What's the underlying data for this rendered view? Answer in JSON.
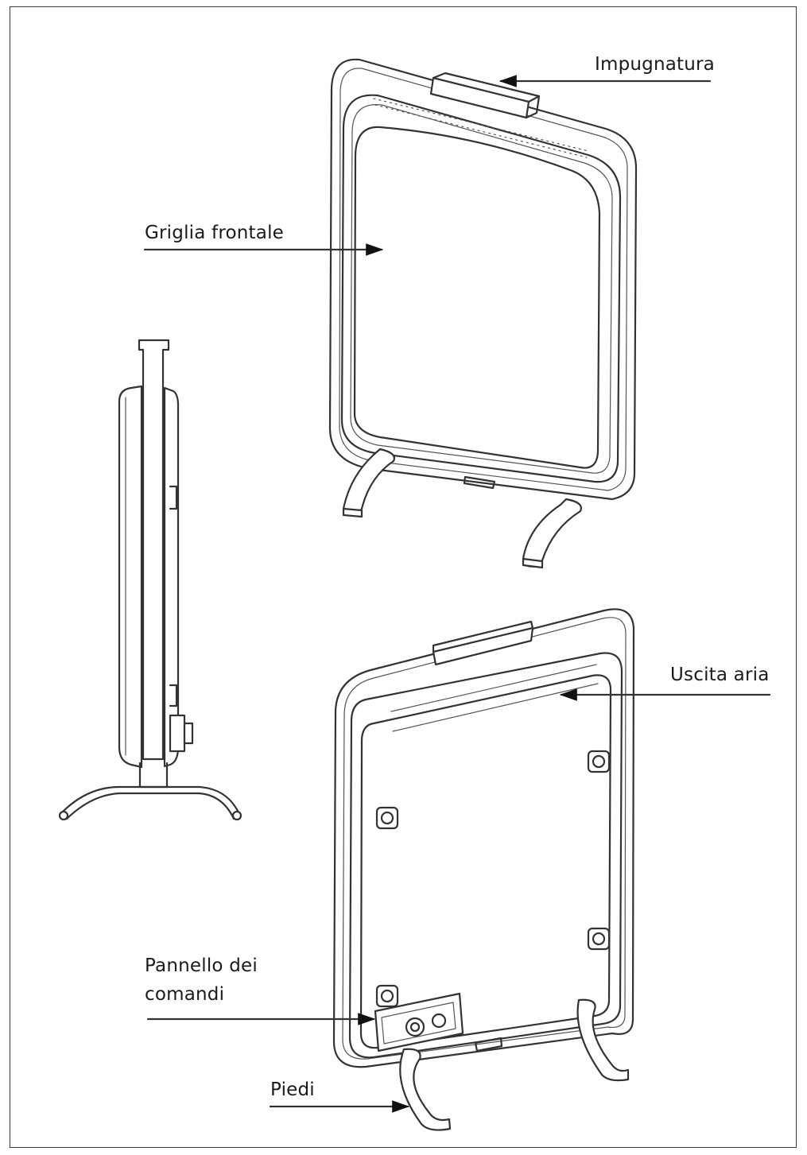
{
  "labels": {
    "handle": "Impugnatura",
    "front_grille": "Griglia frontale",
    "air_outlet": "Uscita aria",
    "control_panel_line1": "Pannello dei",
    "control_panel_line2": "comandi",
    "feet": "Piedi"
  }
}
